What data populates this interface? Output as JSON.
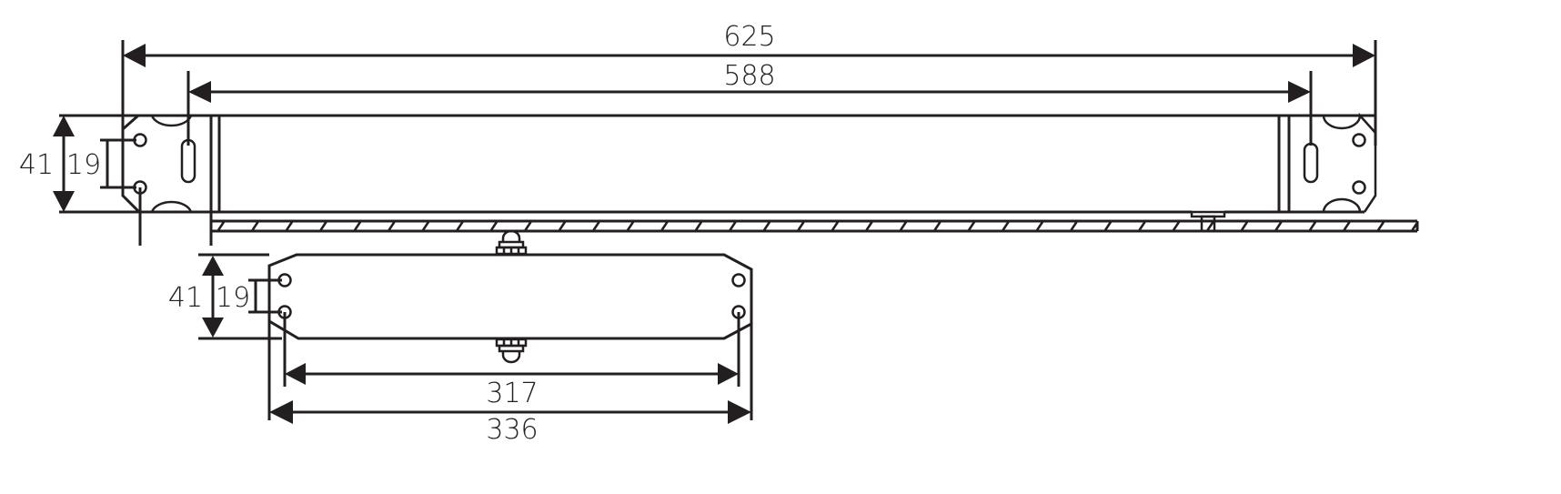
{
  "dimensions": {
    "overall_length": "625",
    "rail_length": "588",
    "rail_height": "41",
    "rail_hole_spacing": "19",
    "body_height": "41",
    "body_hole_spacing": "19",
    "body_hole_distance": "317",
    "body_length": "336"
  }
}
